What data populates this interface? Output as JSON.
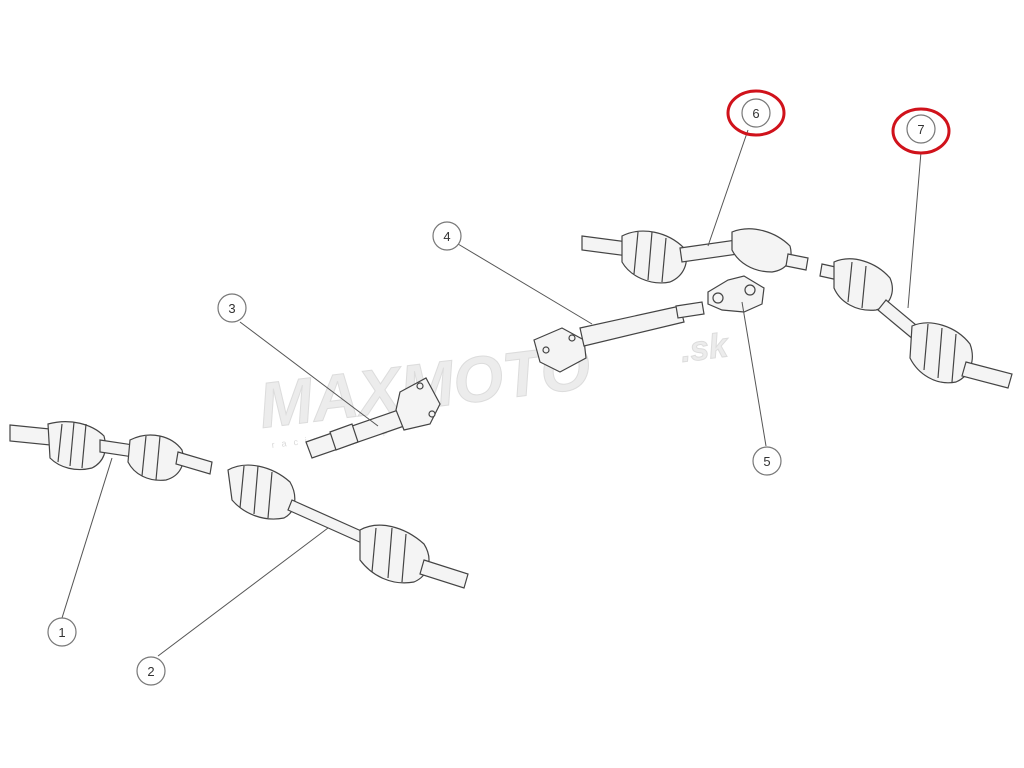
{
  "diagram": {
    "callouts": [
      {
        "id": "1",
        "label": "1",
        "highlighted": false
      },
      {
        "id": "2",
        "label": "2",
        "highlighted": false
      },
      {
        "id": "3",
        "label": "3",
        "highlighted": false
      },
      {
        "id": "4",
        "label": "4",
        "highlighted": false
      },
      {
        "id": "5",
        "label": "5",
        "highlighted": false
      },
      {
        "id": "6",
        "label": "6",
        "highlighted": true
      },
      {
        "id": "7",
        "label": "7",
        "highlighted": true
      }
    ],
    "highlight_color": "#d0121b",
    "line_color": "#444444",
    "part_fill": "#f4f4f4"
  },
  "watermark": {
    "brand": "MAXMOTO",
    "suffix": ".sk",
    "tagline": "racing shop",
    "color": "#e6e6e6"
  }
}
